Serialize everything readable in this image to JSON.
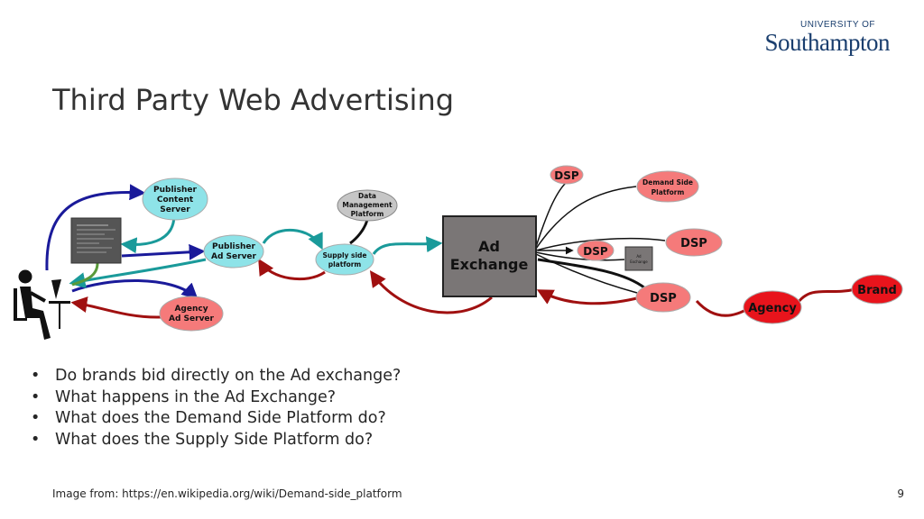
{
  "logo": {
    "top": "UNIVERSITY OF",
    "main": "Southampton"
  },
  "title": "Third Party Web Advertising",
  "diagram": {
    "publisher_content_server": [
      "Publisher",
      "Content",
      "Server"
    ],
    "publisher_ad_server": [
      "Publisher",
      "Ad Server"
    ],
    "agency_ad_server": [
      "Agency",
      "Ad Server"
    ],
    "data_management_platform": [
      "Data",
      "Management",
      "Platform"
    ],
    "supply_side_platform": [
      "Supply side",
      "platform"
    ],
    "ad_exchange": [
      "Ad",
      "Exchange"
    ],
    "dsp_top": "DSP",
    "demand_side_platform": [
      "Demand Side",
      "Platform"
    ],
    "dsp_mid": "DSP",
    "small_ad_exchange": [
      "Ad",
      "Exchange"
    ],
    "dsp_right": "DSP",
    "dsp_bottom": "DSP",
    "agency": "Agency",
    "brand": "Brand"
  },
  "colors": {
    "pale_blue": "#8ee3e8",
    "salmon": "#f57a7a",
    "red": "#e8141c",
    "gray_node": "#c6c6c6",
    "exchange_gray": "#7a7676",
    "arrow_navy": "#1a1a9a",
    "arrow_teal": "#1a9a9a",
    "arrow_maroon": "#a01010"
  },
  "bullets": [
    "Do brands bid directly on the Ad exchange?",
    "What happens in the Ad Exchange?",
    "What does the Demand Side Platform do?",
    "What does the Supply Side Platform do?"
  ],
  "footer": "Image from: https://en.wikipedia.org/wiki/Demand-side_platform",
  "page_number": "9"
}
